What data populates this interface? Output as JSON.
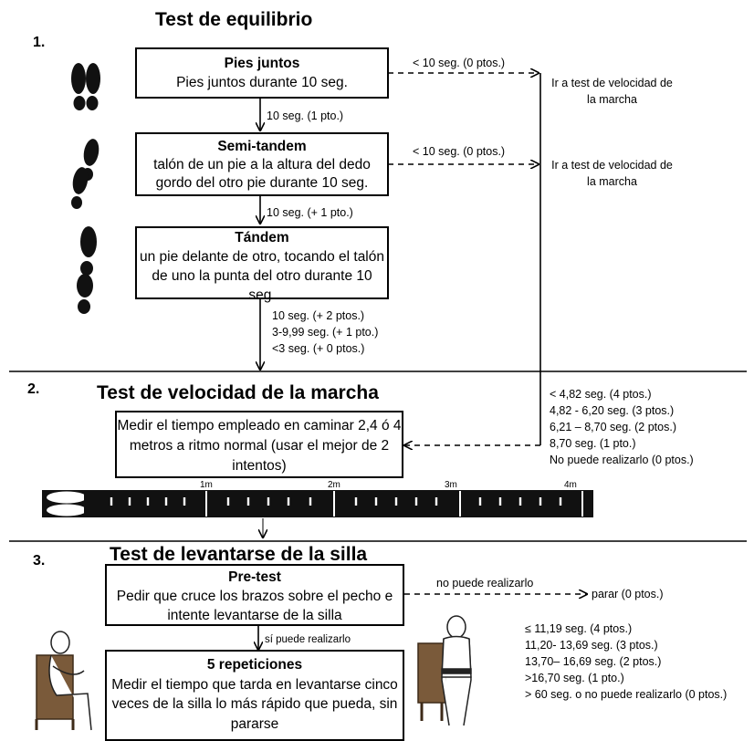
{
  "page_title": "Test de equilibrio",
  "section1": {
    "number": "1.",
    "box1": {
      "heading": "Pies juntos",
      "text": "Pies juntos durante 10 seg."
    },
    "box1_side_label": "< 10 seg. (0 ptos.)",
    "box1_side_target": "Ir a test de velocidad de la marcha",
    "arrow1_label": "10 seg. (1 pto.)",
    "box2": {
      "heading": "Semi-tandem",
      "text": "talón de un pie a la altura del dedo gordo del otro pie durante 10 seg."
    },
    "box2_side_label": "< 10 seg. (0 ptos.)",
    "box2_side_target": "Ir a test de velocidad de la marcha",
    "arrow2_label": "10 seg. (+ 1 pto.)",
    "box3": {
      "heading": "Tándem",
      "text": "un pie delante de otro, tocando el talón de uno la punta del otro durante 10 seg."
    },
    "arrow3_labels": [
      "10 seg. (+ 2 ptos.)",
      "3-9,99 seg. (+ 1 pto.)",
      "<3 seg. (+ 0 ptos.)"
    ]
  },
  "section2": {
    "number": "2.",
    "title": "Test de velocidad de la marcha",
    "box": {
      "text": "Medir el tiempo empleado en caminar 2,4 ó 4 metros a ritmo normal (usar el mejor de 2 intentos)"
    },
    "scores": [
      "< 4,82 seg. (4 ptos.)",
      "4,82 - 6,20 seg. (3 ptos.)",
      "6,21 – 8,70 seg. (2 ptos.)",
      "8,70 seg. (1 pto.)",
      "No puede realizarlo (0 ptos.)"
    ],
    "track_marks": [
      "1m",
      "2m",
      "3m",
      "4m"
    ]
  },
  "section3": {
    "number": "3.",
    "title": "Test de levantarse de la silla",
    "pretest": {
      "heading": "Pre-test",
      "text": "Pedir que cruce los brazos sobre el pecho e intente levantarse de la silla"
    },
    "no_label": "no puede realizarlo",
    "stop_label": "parar (0 ptos.)",
    "yes_label": "sí puede realizarlo",
    "reps": {
      "heading": "5 repeticiones",
      "text": "Medir el tiempo que tarda en levantarse cinco veces de la silla lo más rápido que pueda, sin pararse"
    },
    "scores": [
      "≤ 11,19 seg. (4 ptos.)",
      "11,20- 13,69 seg. (3 ptos.)",
      "13,70– 16,69 seg. (2 ptos.)",
      ">16,70 seg. (1 pto.)",
      "> 60 seg. o no puede realizarlo (0 ptos.)"
    ]
  }
}
